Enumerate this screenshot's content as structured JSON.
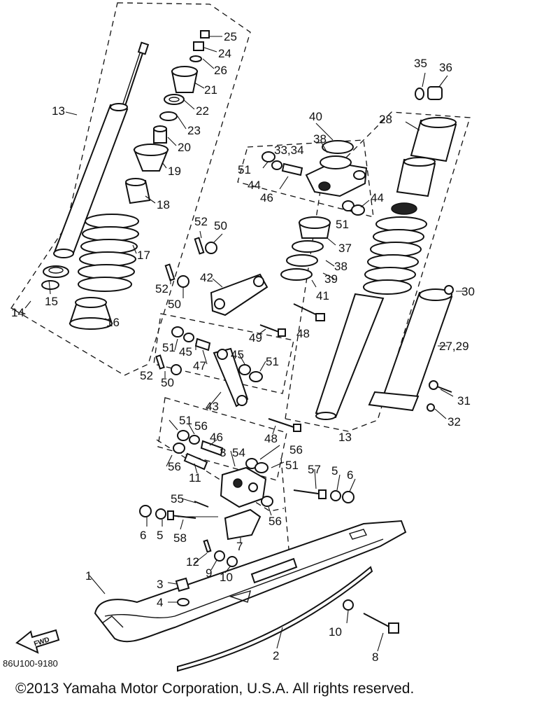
{
  "diagram_code": "86U100-9180",
  "fwd_label": "FWD",
  "copyright": "©2013 Yamaha Motor Corporation, U.S.A. All rights reserved.",
  "labels": {
    "l1": "1",
    "l2": "2",
    "l3": "3",
    "l4": "4",
    "l5a": "5",
    "l5b": "5",
    "l6a": "6",
    "l6b": "6",
    "l7": "7",
    "l8": "8",
    "l9": "9",
    "l10a": "10",
    "l10b": "10",
    "l11": "11",
    "l12": "12",
    "l13a": "13",
    "l13b": "13",
    "l14": "14",
    "l15": "15",
    "l16": "16",
    "l17": "17",
    "l18": "18",
    "l19": "19",
    "l20": "20",
    "l21": "21",
    "l22": "22",
    "l23": "23",
    "l24": "24",
    "l25": "25",
    "l26": "26",
    "l27": "27,29",
    "l28": "28",
    "l30": "30",
    "l31": "31",
    "l32": "32",
    "l3334": "33,34",
    "l35": "35",
    "l36": "36",
    "l37": "37",
    "l38a": "38",
    "l38b": "38",
    "l39": "39",
    "l40": "40",
    "l41": "41",
    "l42": "42",
    "l43": "43",
    "l44a": "44",
    "l44b": "44",
    "l45a": "45",
    "l45b": "45",
    "l46a": "46",
    "l46b": "46",
    "l47": "47",
    "l48a": "48",
    "l48b": "48",
    "l49": "49",
    "l50a": "50",
    "l50b": "50",
    "l50c": "50",
    "l51a": "51",
    "l51b": "51",
    "l51c": "51",
    "l51d": "51",
    "l51e": "51",
    "l51f": "51",
    "l52a": "52",
    "l52b": "52",
    "l52c": "52",
    "l3a": "3",
    "l54": "54",
    "l55": "55",
    "l56a": "56",
    "l56b": "56",
    "l56c": "56",
    "l56d": "56",
    "l57": "57",
    "l58": "58"
  }
}
